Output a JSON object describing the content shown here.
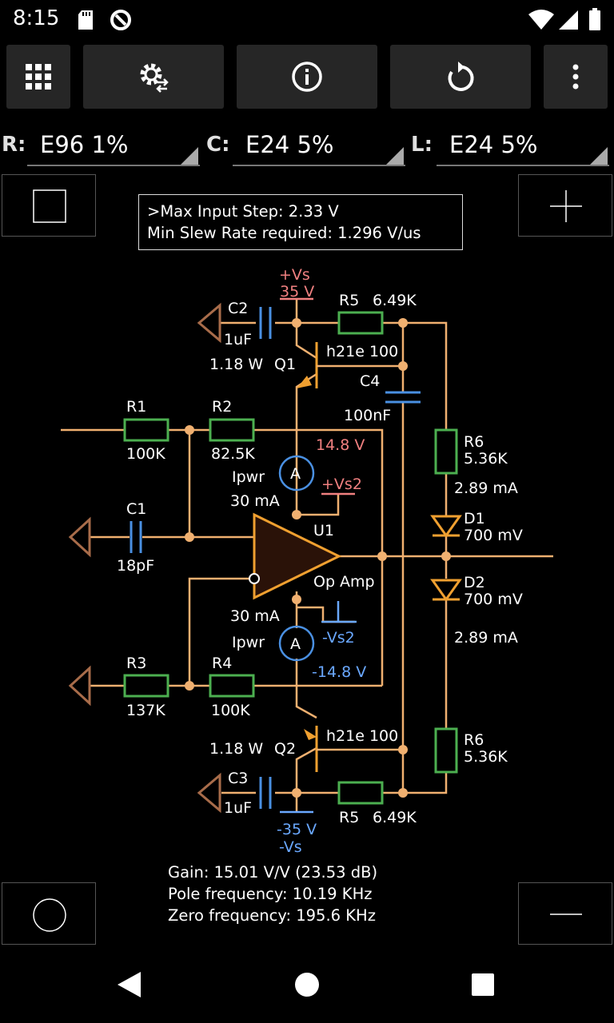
{
  "status_bar": {
    "time": "8:15"
  },
  "toolbar": {
    "buttons": [
      "grid-icon",
      "settings-swap-icon",
      "info-icon",
      "refresh-icon",
      "more-vert-icon"
    ]
  },
  "tolerances": {
    "r": {
      "label": "R:",
      "value": "E96 1%"
    },
    "c": {
      "label": "C:",
      "value": "E24 5%"
    },
    "l": {
      "label": "L:",
      "value": "E24 5%"
    }
  },
  "info": {
    "line1": ">Max Input Step: 2.33 V",
    "line2": "Min Slew Rate required: 1.296 V/us"
  },
  "schematic": {
    "vs_pos_label": "+Vs",
    "vs_pos_value": "35 V",
    "c2_name": "C2",
    "c2_value": "1uF",
    "r5_top_name": "R5",
    "r5_top_value": "6.49K",
    "q1_power": "1.18 W",
    "q1_name": "Q1",
    "q1_hfe": "h21e 100",
    "c4_name": "C4",
    "c4_value": "100nF",
    "r1_name": "R1",
    "r1_value": "100K",
    "r2_name": "R2",
    "r2_value": "82.5K",
    "v_pos_rail": "14.8 V",
    "r6_top_name": "R6",
    "r6_top_value": "5.36K",
    "ipwr_top_label": "Ipwr",
    "ipwr_top_value": "30 mA",
    "vs2_pos": "+Vs2",
    "i_top": "2.89 mA",
    "c1_name": "C1",
    "c1_value": "18pF",
    "u1_name": "U1",
    "d1_name": "D1",
    "d1_value": "700 mV",
    "opamp_label": "Op Amp",
    "d2_name": "D2",
    "d2_value": "700 mV",
    "ipwr_bot_value": "30 mA",
    "ipwr_bot_label": "Ipwr",
    "vs2_neg": "-Vs2",
    "i_bot": "2.89 mA",
    "r3_name": "R3",
    "r3_value": "137K",
    "r4_name": "R4",
    "r4_value": "100K",
    "v_neg_rail": "-14.8 V",
    "q2_power": "1.18 W",
    "q2_name": "Q2",
    "q2_hfe": "h21e 100",
    "r6_bot_name": "R6",
    "r6_bot_value": "5.36K",
    "c3_name": "C3",
    "c3_value": "1uF",
    "r5_bot_name": "R5",
    "r5_bot_value": "6.49K",
    "vs_neg_value": "-35 V",
    "vs_neg_label": "-Vs",
    "ammeter": "A"
  },
  "results": {
    "gain": "Gain: 15.01 V/V (23.53 dB)",
    "pole": "Pole frequency: 10.19 KHz",
    "zero": "Zero frequency: 195.6 KHz"
  },
  "colors": {
    "wire": "#f0b070",
    "resistor": "#4caf50",
    "capacitor": "#4a90e2",
    "transistor": "#f0a030",
    "ground": "#a86c4a",
    "pos_rail_text": "#f08080",
    "neg_rail_text": "#6aa8ff",
    "opamp_fill": "#2a1208"
  }
}
